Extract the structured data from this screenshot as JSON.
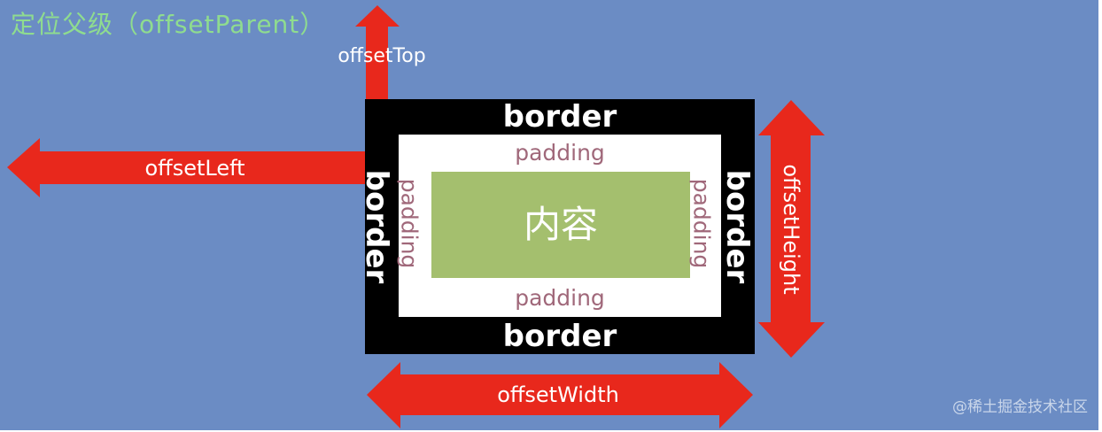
{
  "title": "定位父级（offsetParent）",
  "labels": {
    "border_top": "border",
    "border_bottom": "border",
    "border_left": "border",
    "border_right": "border",
    "padding_top": "padding",
    "padding_bottom": "padding",
    "padding_left": "padding",
    "padding_right": "padding",
    "content": "内容",
    "offset_top": "offsetTop",
    "offset_left": "offsetLeft",
    "offset_width": "offsetWidth",
    "offset_height": "offsetHeight"
  },
  "watermark": "@稀土掘金技术社区",
  "colors": {
    "background": "#6b8cc4",
    "border": "#000000",
    "padding": "#ffffff",
    "content": "#a4bf6e",
    "arrow": "#e8281c",
    "title": "#8fdc8f",
    "padding_text": "#a0687a"
  }
}
